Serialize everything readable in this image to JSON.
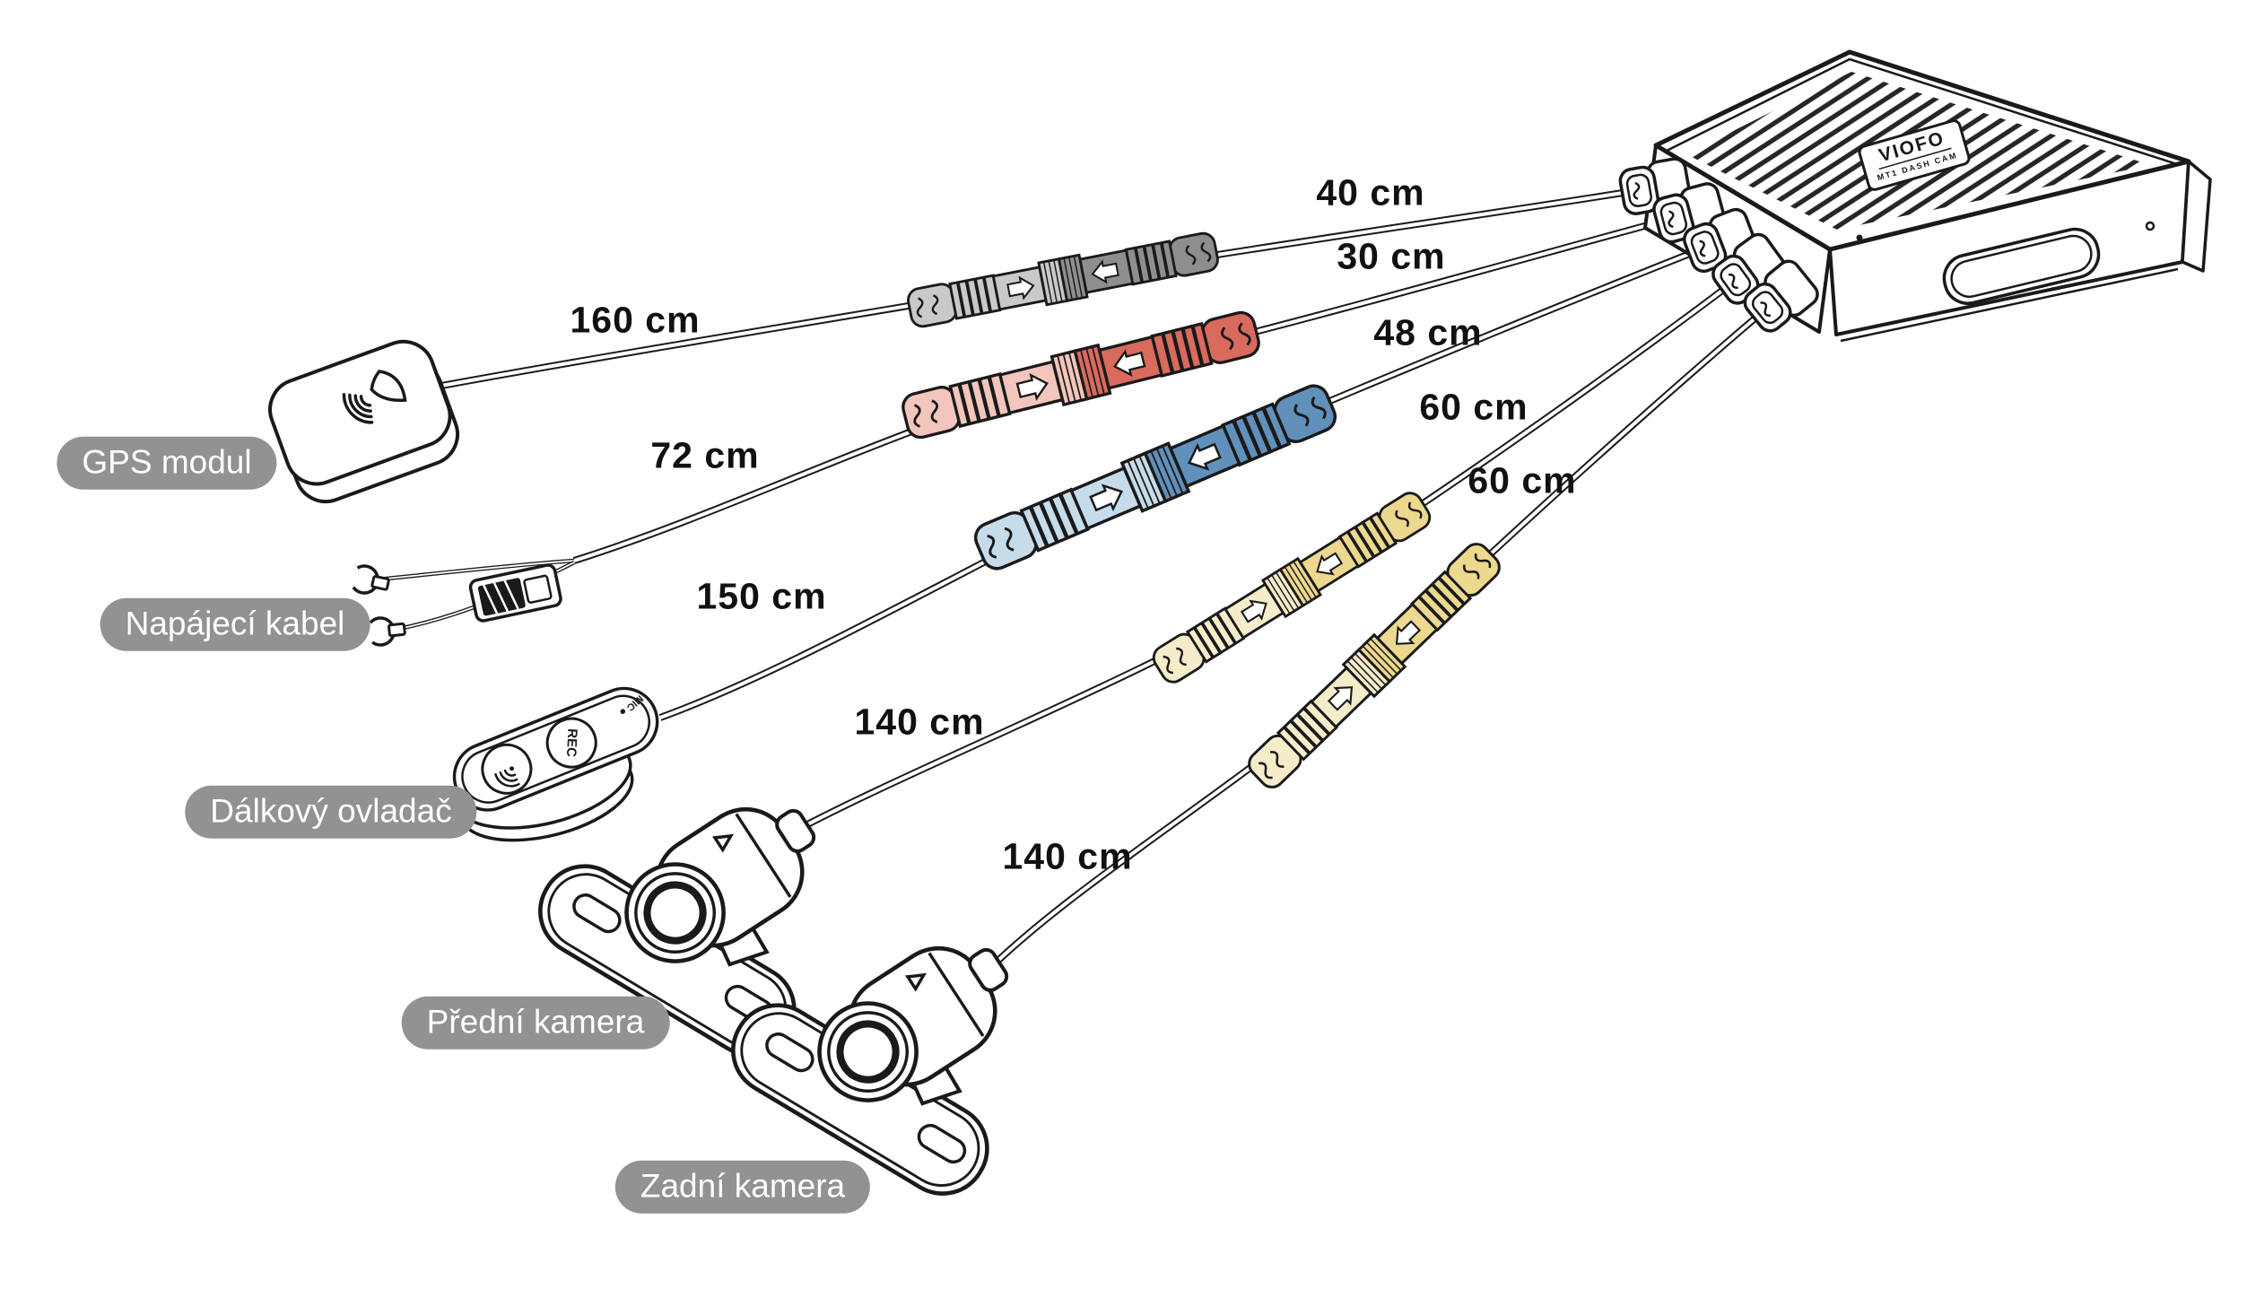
{
  "unit": {
    "brand": "VIOFO",
    "model_label": "MT1 DASH CAM"
  },
  "remote": {
    "rec_button": "REC",
    "mic_label": "MIC"
  },
  "cables": [
    {
      "id": "gps",
      "device_label": "GPS modul",
      "length_to_unit": "40 cm",
      "length_to_device": "160 cm",
      "connector_color": "gray"
    },
    {
      "id": "power",
      "device_label": "Napájecí kabel",
      "length_to_unit": "30 cm",
      "length_to_device": "72 cm",
      "connector_color": "red"
    },
    {
      "id": "remote",
      "device_label": "Dálkový ovladač",
      "length_to_unit": "48 cm",
      "length_to_device": "150 cm",
      "connector_color": "blue"
    },
    {
      "id": "front-camera",
      "device_label": "Přední kamera",
      "length_to_unit": "60 cm",
      "length_to_device": "140 cm",
      "connector_color": "yellow"
    },
    {
      "id": "rear-camera",
      "device_label": "Zadní kamera",
      "length_to_unit": "60 cm",
      "length_to_device": "140 cm",
      "connector_color": "yellow"
    }
  ],
  "colors": {
    "background": "#ffffff",
    "line_art": "#1a1a1a",
    "label_pill_bg": "#929292",
    "label_pill_text": "#ffffff",
    "length_text": "#111111",
    "connector_gray_light": "#c9c9c9",
    "connector_gray_dark": "#8e8e8e",
    "connector_red_light": "#f2c5bd",
    "connector_red_dark": "#d96a5e",
    "connector_blue_light": "#c7dceb",
    "connector_blue_dark": "#6190ba",
    "connector_yellow_light": "#f5ecca",
    "connector_yellow_dark": "#ecd88e"
  }
}
